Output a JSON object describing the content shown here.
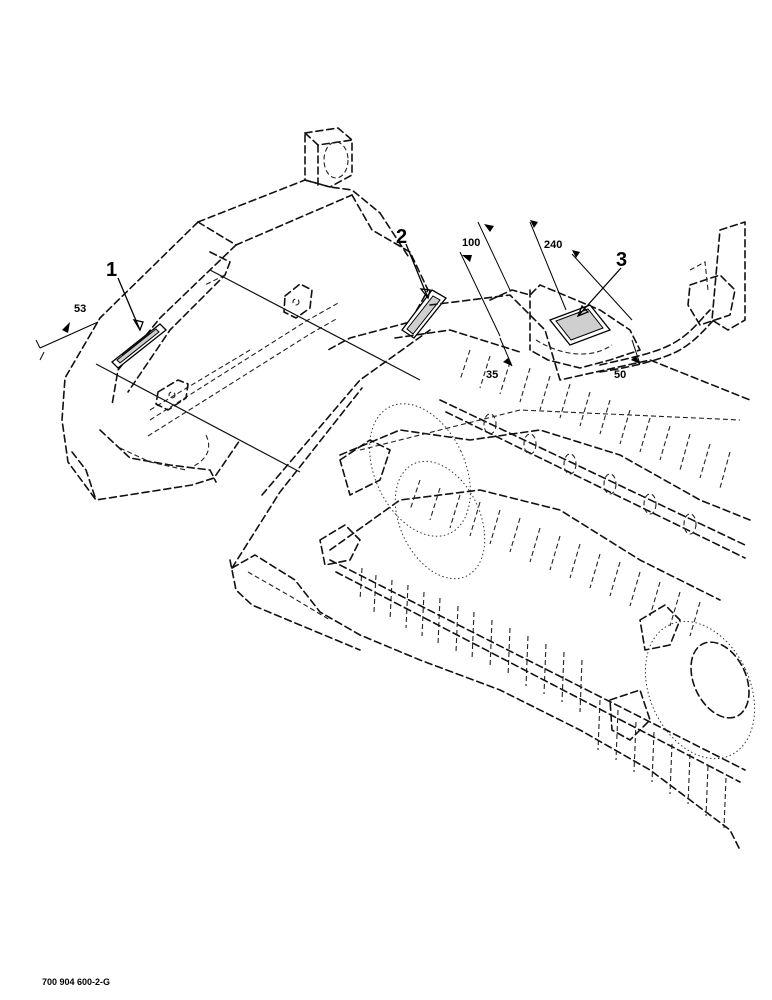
{
  "callouts": [
    {
      "label": "1"
    },
    {
      "label": "2"
    },
    {
      "label": "3"
    }
  ],
  "dimensions": [
    {
      "label": "53"
    },
    {
      "label": "100"
    },
    {
      "label": "240"
    },
    {
      "label": "35"
    },
    {
      "label": "50"
    }
  ],
  "drawing_number": "700 904 600-2-G"
}
